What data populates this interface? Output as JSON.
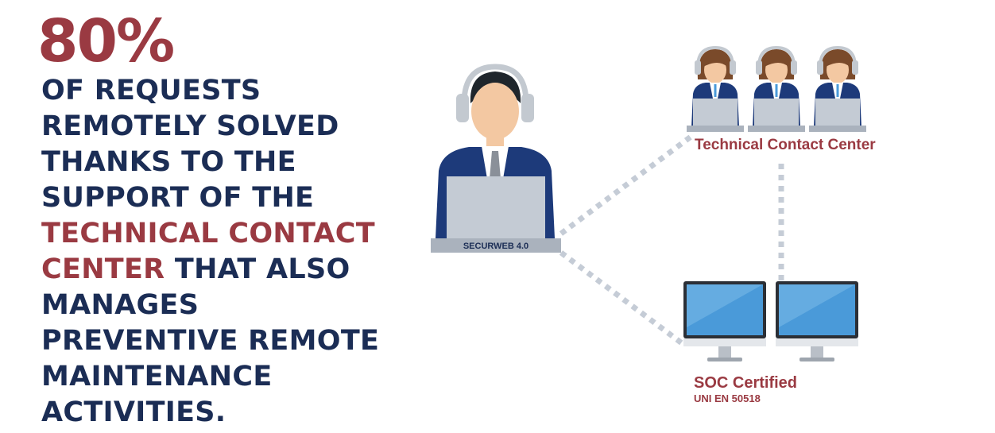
{
  "headline": {
    "stat": "80%",
    "lines": [
      {
        "segments": [
          {
            "text": "OF REQUESTS",
            "accent": false
          }
        ]
      },
      {
        "segments": [
          {
            "text": "REMOTELY SOLVED",
            "accent": false
          }
        ]
      },
      {
        "segments": [
          {
            "text": "THANKS TO THE",
            "accent": false
          }
        ]
      },
      {
        "segments": [
          {
            "text": "SUPPORT OF THE",
            "accent": false
          }
        ]
      },
      {
        "segments": [
          {
            "text": "TECHNICAL CONTACT",
            "accent": true
          }
        ]
      },
      {
        "segments": [
          {
            "text": "CENTER",
            "accent": true
          },
          {
            "text": " THAT ALSO",
            "accent": false
          }
        ]
      },
      {
        "segments": [
          {
            "text": "MANAGES",
            "accent": false
          }
        ]
      },
      {
        "segments": [
          {
            "text": "PREVENTIVE REMOTE",
            "accent": false
          }
        ]
      },
      {
        "segments": [
          {
            "text": "MAINTENANCE",
            "accent": false
          }
        ]
      },
      {
        "segments": [
          {
            "text": "ACTIVITIES.",
            "accent": false
          }
        ]
      }
    ]
  },
  "diagram": {
    "operator": {
      "laptop_label": "SECURWEB 4.0",
      "icon": "operator-headset-icon"
    },
    "contact_center": {
      "label": "Technical Contact Center",
      "agent_count": 3,
      "icon": "female-agent-icon"
    },
    "soc": {
      "label": "SOC Certified",
      "sublabel": "UNI EN 50518",
      "monitor_count": 2,
      "icon": "monitor-icon"
    }
  },
  "colors": {
    "accent": "#9a3a42",
    "navy": "#1b2d55",
    "connector": "#c5ccd6",
    "laptop": "#c4cbd4",
    "laptop_base": "#aab2bd",
    "suit": "#1d3a7a",
    "skin": "#f3c8a2",
    "hair": "#1f262c",
    "headset": "#c3c9d0",
    "screen": "#4a9ad9",
    "screen_light": "#7cbbe8",
    "female_hair": "#7a4a2a"
  }
}
